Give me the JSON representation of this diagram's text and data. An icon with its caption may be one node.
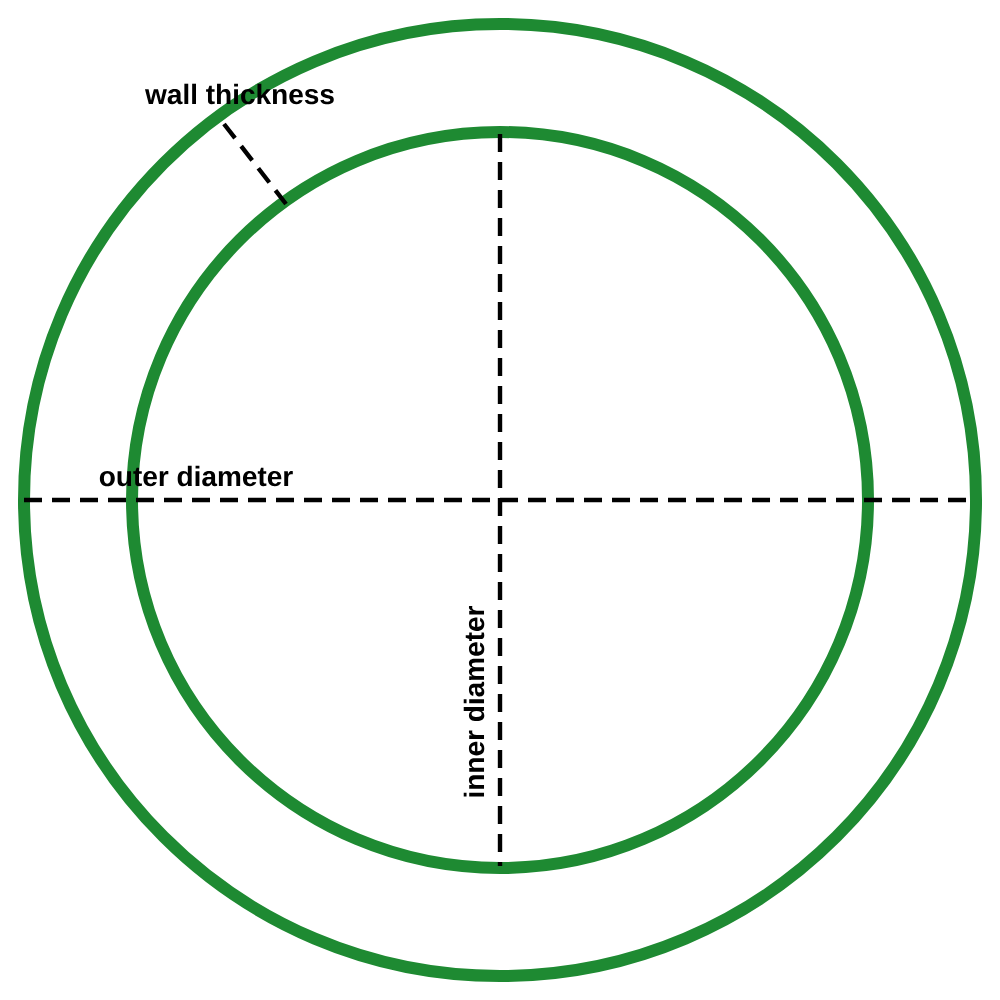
{
  "diagram": {
    "labels": [
      "wall thickness",
      "outer diameter",
      "inner diameter"
    ]
  }
}
